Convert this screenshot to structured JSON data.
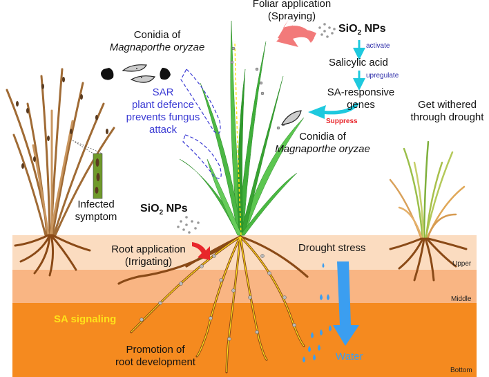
{
  "foliar": {
    "line1": "Foliar application",
    "line2": "(Spraying)"
  },
  "sio2_top": {
    "prefix": "SiO",
    "sub": "2",
    "suffix": " NPs"
  },
  "sio2_root": {
    "prefix": "SiO",
    "sub": "2",
    "suffix": " NPs"
  },
  "pathway": {
    "activate": "activate",
    "salicylic_acid": "Salicylic acid",
    "upregulate": "upregulate",
    "sa_genes_line1": "SA-responsive",
    "sa_genes_line2": "genes",
    "suppress": "Suppress"
  },
  "conidia_left": {
    "line1": "Conidia of",
    "line2": "Magnaporthe oryzae"
  },
  "conidia_right": {
    "line1": "Conidia of",
    "line2": "Magnaporthe oryzae"
  },
  "sar": {
    "line1": "SAR",
    "line2": "plant defence",
    "line3": "prevents fungus",
    "line4": "attack"
  },
  "withered": {
    "line1": "Get withered",
    "line2": "through drought"
  },
  "infected": {
    "line1": "Infected",
    "line2": "symptom"
  },
  "root_app": {
    "line1": "Root application",
    "line2": "(Irrigating)"
  },
  "drought": "Drought stress",
  "sa_signaling": "SA signaling",
  "promotion": {
    "line1": "Promotion of",
    "line2": "root development"
  },
  "water": "Water",
  "layers": {
    "upper": "Upper",
    "middle": "Middle",
    "bottom": "Bottom"
  },
  "colors": {
    "soil_upper": "#fbdcc0",
    "soil_middle": "#f9b583",
    "soil_bottom": "#f58a1f",
    "leaf_green": "#3fae3a",
    "dry_leaf": "#b9874f",
    "root_brown": "#8a4a17",
    "arrow_pink": "#f27a7a",
    "arrow_cyan": "#1ec9de",
    "arrow_red": "#e8262b",
    "water_blue": "#3b9ef0",
    "sa_yellow": "#ffe21a",
    "text_blue": "#3b3bd4"
  }
}
